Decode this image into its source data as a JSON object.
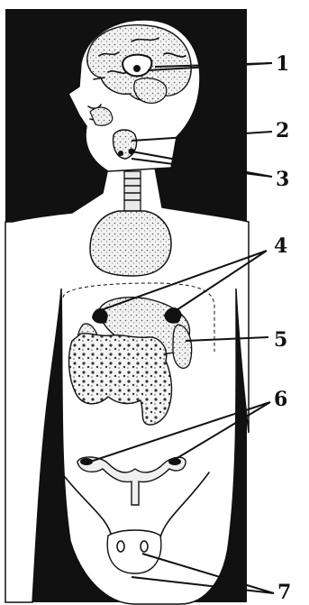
{
  "labels": [
    {
      "id": "1",
      "text": "1"
    },
    {
      "id": "2",
      "text": "2"
    },
    {
      "id": "3",
      "text": "3"
    },
    {
      "id": "4",
      "text": "4"
    },
    {
      "id": "5",
      "text": "5"
    },
    {
      "id": "6",
      "text": "6"
    },
    {
      "id": "7",
      "text": "7"
    }
  ],
  "colors": {
    "background": "#111111",
    "body": "#ffffff",
    "ink": "#111111",
    "organ_fill": "#e6e6e6"
  }
}
